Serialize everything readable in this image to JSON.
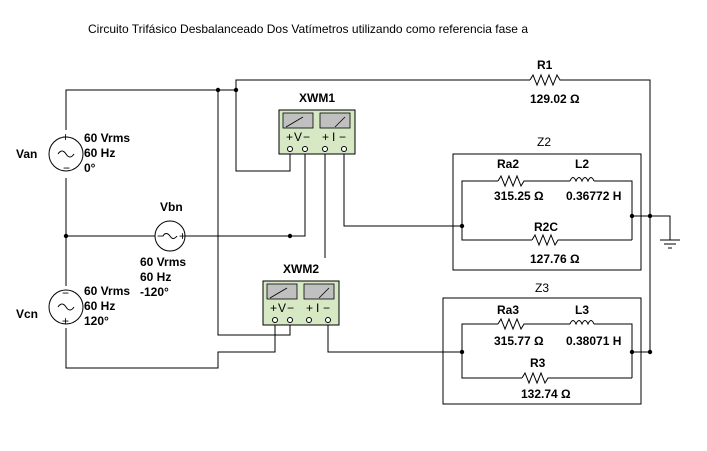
{
  "title": "Circuito Trifásico Desbalanceado Dos Vatímetros utilizando como referencia fase a",
  "sources": {
    "van": {
      "name": "Van",
      "voltage": "60 Vrms",
      "freq": "60 Hz",
      "phase": "0°"
    },
    "vbn": {
      "name": "Vbn",
      "voltage": "60 Vrms",
      "freq": "60 Hz",
      "phase": "-120°"
    },
    "vcn": {
      "name": "Vcn",
      "voltage": "60 Vrms",
      "freq": "60 Hz",
      "phase": "120°"
    }
  },
  "wattmeters": {
    "xwm1": {
      "name": "XWM1",
      "v_label": "V",
      "i_label": "I"
    },
    "xwm2": {
      "name": "XWM2",
      "v_label": "V",
      "i_label": "I"
    }
  },
  "r1": {
    "name": "R1",
    "value": "129.02 Ω"
  },
  "z2": {
    "name": "Z2",
    "ra_name": "Ra2",
    "ra_value": "315.25 Ω",
    "l_name": "L2",
    "l_value": "0.36772 H",
    "rc_name": "R2C",
    "rc_value": "127.76 Ω"
  },
  "z3": {
    "name": "Z3",
    "ra_name": "Ra3",
    "ra_value": "315.77 Ω",
    "l_name": "L3",
    "l_value": "0.38071 H",
    "r_name": "R3",
    "r_value": "132.74 Ω"
  },
  "colors": {
    "meter_body": "#d6e8c4",
    "meter_window": "#c0c0c0",
    "wire": "#000000"
  }
}
